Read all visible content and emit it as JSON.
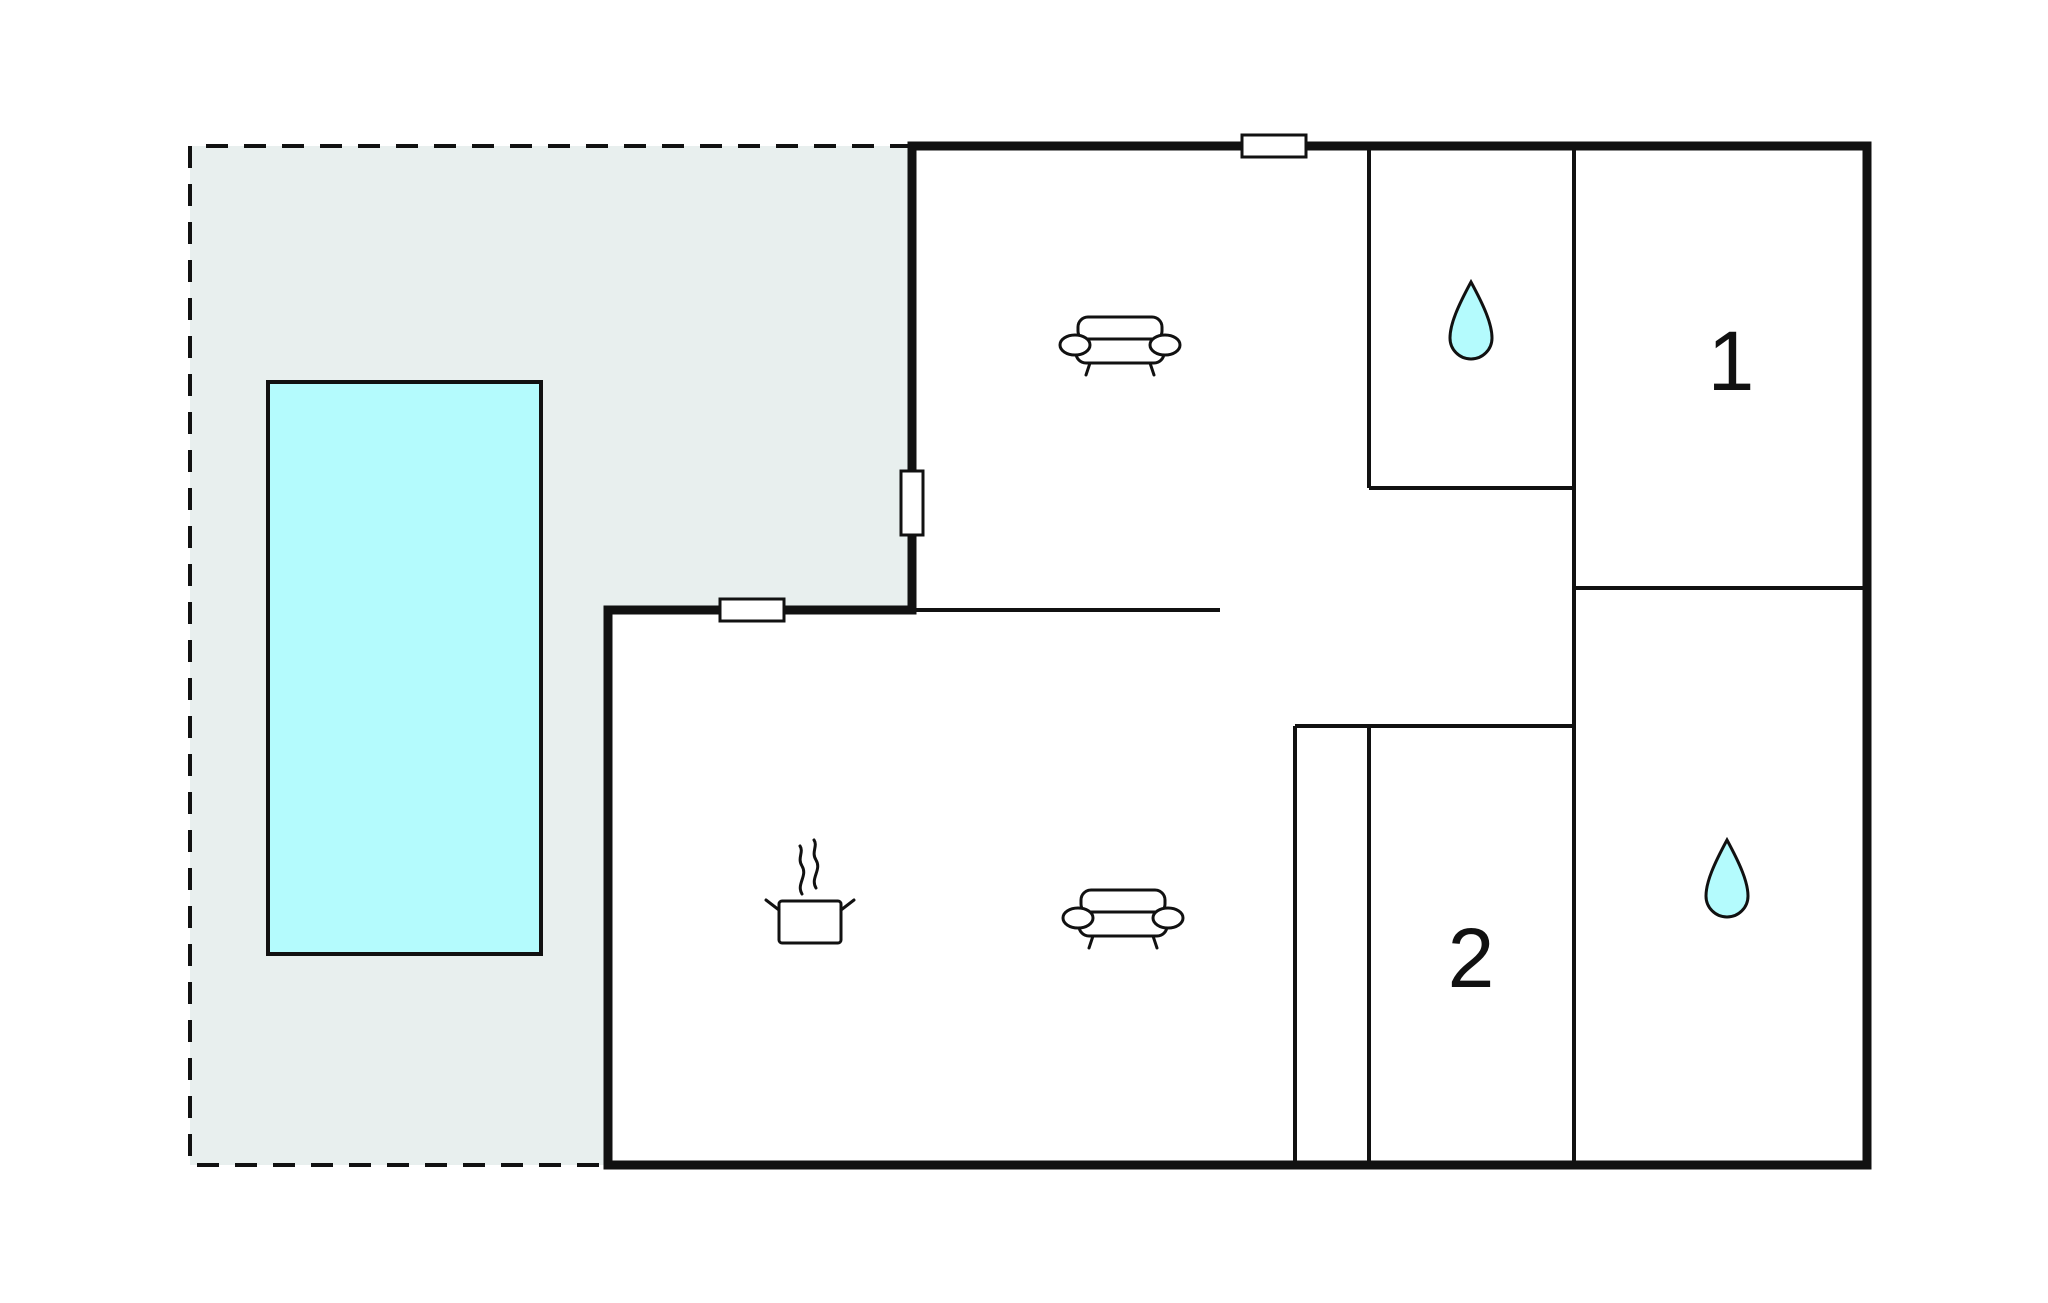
{
  "colors": {
    "terrace": "#e8efee",
    "pool": "#b4fbfd",
    "wall": "#111111",
    "water_drop": "#b4fbfd",
    "background": "#ffffff"
  },
  "rooms": {
    "bedroom_1": {
      "label": "1",
      "icon": "none"
    },
    "bedroom_2": {
      "label": "2",
      "icon": "none"
    },
    "living_room": {
      "icon": "sofa-icon"
    },
    "living_kitchen": {
      "icons": [
        "cooking-pot-icon",
        "sofa-icon"
      ]
    },
    "bathroom_top": {
      "icon": "water-drop-icon"
    },
    "bathroom_right": {
      "icon": "water-drop-icon"
    }
  },
  "outdoor": {
    "terrace": {
      "style": "dashed-outline"
    },
    "pool": {
      "icon": "none"
    }
  },
  "windows_count": 3
}
